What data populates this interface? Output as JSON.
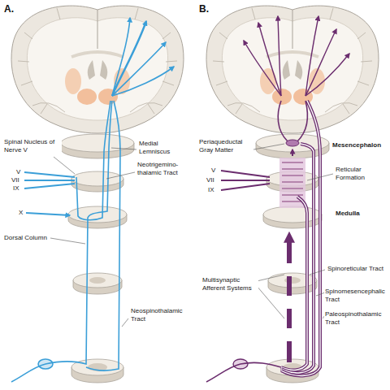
{
  "diagram": {
    "labels": [
      "A.",
      "Spinal Nucleus of Nerve V",
      "V",
      "VII",
      "IX",
      "X",
      "Medial Lemniscus",
      "Neotrigemino-thalamic Tract",
      "Dorsal Column",
      "Neospinothalamic Tract",
      "B.",
      "Periaqueductal Gray Matter",
      "V",
      "VII",
      "IX",
      "Mesencephalon",
      "Reticular Formation",
      "Medulla",
      "Multisynaptic Afferent Systems",
      "Spinoreticular Tract",
      "Spinomesencephalic Tract",
      "Paleospinothalamic Tract"
    ]
  }
}
